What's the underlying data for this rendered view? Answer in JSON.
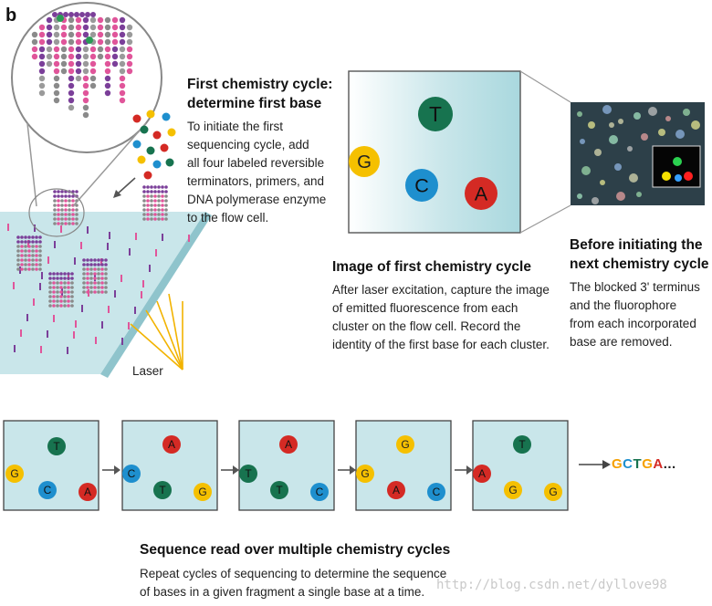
{
  "panel_label": "b",
  "laser_label": "Laser",
  "step1": {
    "title_line1": "First chemistry cycle:",
    "title_line2": "determine first base",
    "body": [
      "To initiate the first",
      "sequencing cycle, add",
      "all four labeled reversible",
      "terminators, primers, and",
      "DNA polymerase enzyme",
      "to the flow cell."
    ]
  },
  "step2": {
    "title": "Image of first chemistry cycle",
    "body": [
      "After laser excitation, capture the image",
      "of emitted fluorescence from each",
      "cluster on the flow cell. Record the",
      "identity of the first base for each cluster."
    ]
  },
  "step3": {
    "title_line1": "Before initiating the",
    "title_line2": "next chemistry cycle",
    "body": [
      "The blocked 3' terminus",
      "and the fluorophore",
      "from each incorporated",
      "base are removed."
    ]
  },
  "step4": {
    "title": "Sequence read over multiple chemistry cycles",
    "body": [
      "Repeat cycles of sequencing to determine the sequence",
      "of bases in a given fragment a single base at a time."
    ]
  },
  "colors": {
    "G": "#f5c000",
    "T": "#17734f",
    "C": "#1e8fce",
    "A": "#d42a24",
    "panel": "#c9e6ea"
  },
  "large_image": [
    {
      "base": "T"
    },
    {
      "base": "G"
    },
    {
      "base": "C"
    },
    {
      "base": "A"
    }
  ],
  "cycles": [
    [
      {
        "base": "T"
      },
      {
        "base": "G"
      },
      {
        "base": "C"
      },
      {
        "base": "A"
      }
    ],
    [
      {
        "base": "A"
      },
      {
        "base": "C"
      },
      {
        "base": "T"
      },
      {
        "base": "G"
      }
    ],
    [
      {
        "base": "A"
      },
      {
        "base": "T"
      },
      {
        "base": "T"
      },
      {
        "base": "C"
      }
    ],
    [
      {
        "base": "G"
      },
      {
        "base": "G"
      },
      {
        "base": "A"
      },
      {
        "base": "C"
      }
    ],
    [
      {
        "base": "T"
      },
      {
        "base": "A"
      },
      {
        "base": "G"
      },
      {
        "base": "G"
      }
    ]
  ],
  "sequence_read": {
    "letters": [
      {
        "base": "G",
        "color": "#f5a000"
      },
      {
        "base": "C",
        "color": "#1e8fce"
      },
      {
        "base": "T",
        "color": "#17734f"
      },
      {
        "base": "G",
        "color": "#f5a000"
      },
      {
        "base": "A",
        "color": "#d42a24"
      }
    ],
    "suffix": "..."
  },
  "watermark": "http://blog.csdn.net/dyllove98"
}
